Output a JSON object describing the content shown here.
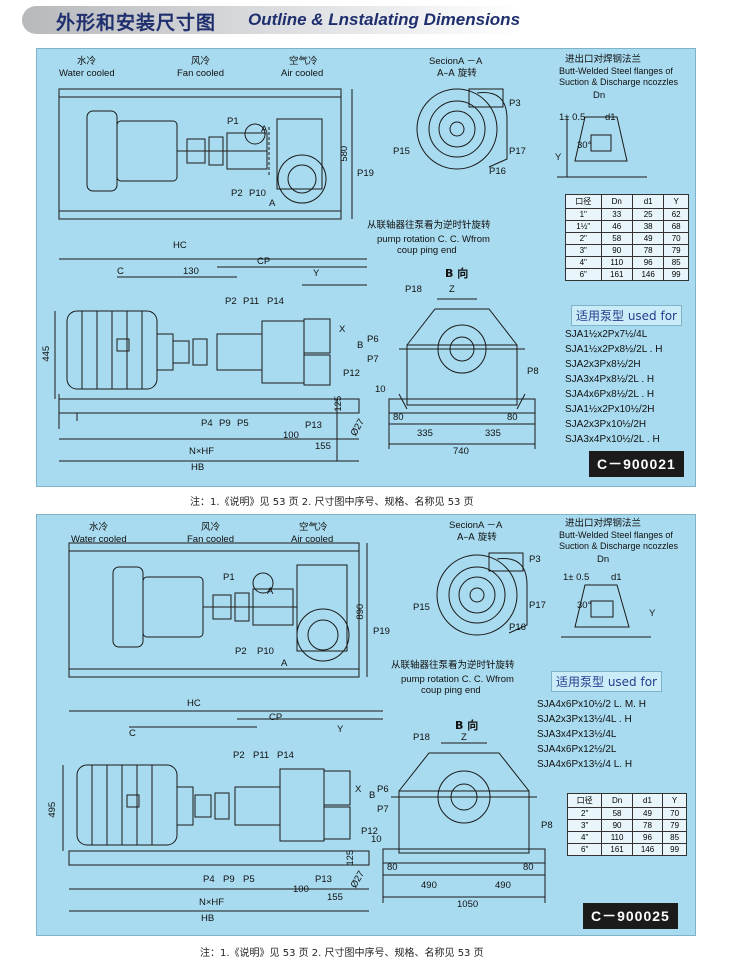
{
  "header": {
    "title_cn": "外形和安装尺寸图",
    "title_en": "Outline & Lnstalating Dimensions"
  },
  "p1": {
    "water_cn": "水冷",
    "water_en": "Water cooled",
    "fan_cn": "风冷",
    "fan_en": "Fan cooled",
    "air_cn": "空气冷",
    "air_en": "Air cooled",
    "h_dim": "580",
    "section_title": "SecionA －A",
    "section_cn": "A–A 旋转",
    "flange_cn": "进出口对焊钢法兰",
    "flange_en1": "Butt-Welded Steel flanges of",
    "flange_en2": "Suction & Discharge ncozzles",
    "rot_cn": "从联轴器往泵看为逆时针旋转",
    "rot_en1": "pump rotation C. C. Wfrom",
    "rot_en2": "coup ping end",
    "view_b": "B 向",
    "table": {
      "headers": [
        "口径",
        "Dn",
        "d1",
        "Y"
      ],
      "rows": [
        [
          "1\"",
          "33",
          "25",
          "62"
        ],
        [
          "1½\"",
          "46",
          "38",
          "68"
        ],
        [
          "2\"",
          "58",
          "49",
          "70"
        ],
        [
          "3\"",
          "90",
          "78",
          "79"
        ],
        [
          "4\"",
          "110",
          "96",
          "85"
        ],
        [
          "6\"",
          "161",
          "146",
          "99"
        ]
      ]
    },
    "used_for": "适用泵型 used for",
    "pumps": [
      "SJA1½x2Px7½/4L",
      "SJA1½x2Px8½/2L . H",
      "SJA2x3Px8½/2H",
      "SJA3x4Px8½/2L . H",
      "SJA4x6Px8½/2L . H",
      "SJA1½x2Px10½/2H",
      "SJA2x3Px10½/2H",
      "SJA3x4Px10½/2L . H"
    ],
    "dims": {
      "hc": "HC",
      "c": "C",
      "d130": "130",
      "cp": "CP",
      "y": "Y",
      "x": "X",
      "h445": "445",
      "d125": "125",
      "d100": "100",
      "d155": "155",
      "nhf": "N×HF",
      "hb": "HB",
      "d10": "10",
      "d80a": "80",
      "d80b": "80",
      "d335a": "335",
      "d335b": "335",
      "d740": "740",
      "phi27": "Ø27",
      "z": "Z",
      "b": "B"
    },
    "code": "C－900021"
  },
  "note1": "注：1.《说明》见 53 页   2. 尺寸图中序号、规格、名称见 53 页",
  "p2": {
    "water_cn": "水冷",
    "water_en": "Water cooled",
    "fan_cn": "风冷",
    "fan_en": "Fan cooled",
    "air_cn": "空气冷",
    "air_en": "Air cooled",
    "h_dim": "890",
    "section_title": "SecionA －A",
    "section_cn": "A–A 旋转",
    "flange_cn": "进出口对焊钢法兰",
    "flange_en1": "Butt-Welded Steel flanges of",
    "flange_en2": "Suction & Discharge ncozzles",
    "rot_cn": "从联轴器往泵看为逆时针旋转",
    "rot_en1": "pump rotation C. C. Wfrom",
    "rot_en2": "coup ping end",
    "view_b": "B 向",
    "table": {
      "headers": [
        "口径",
        "Dn",
        "d1",
        "Y"
      ],
      "rows": [
        [
          "2\"",
          "58",
          "49",
          "70"
        ],
        [
          "3\"",
          "90",
          "78",
          "79"
        ],
        [
          "4\"",
          "110",
          "96",
          "85"
        ],
        [
          "6\"",
          "161",
          "146",
          "99"
        ]
      ]
    },
    "used_for": "适用泵型 used for",
    "pumps": [
      "SJA4x6Px10½/2 L. M. H",
      "SJA2x3Px13½/4L . H",
      "SJA3x4Px13½/4L",
      "SJA4x6Px12½/2L",
      "SJA4x6Px13½/4 L. H"
    ],
    "dims": {
      "hc": "HC",
      "c": "C",
      "cp": "CP",
      "y": "Y",
      "x": "X",
      "h495": "495",
      "d125": "125",
      "d100": "100",
      "d155": "155",
      "nhf": "N×HF",
      "hb": "HB",
      "d10": "10",
      "d80a": "80",
      "d80b": "80",
      "d490a": "490",
      "d490b": "490",
      "d1050": "1050",
      "phi27": "Ø27",
      "z": "Z",
      "b": "B"
    },
    "code": "C－900025"
  },
  "note2": "注：1.《说明》见 53 页   2. 尺寸图中序号、规格、名称见 53 页",
  "parts": {
    "p1": "P1",
    "p2": "P2",
    "p3": "P3",
    "p4": "P4",
    "p5": "P5",
    "p6": "P6",
    "p7": "P7",
    "p8": "P8",
    "p9": "P9",
    "p10": "P10",
    "p11": "P11",
    "p12": "P12",
    "p13": "P13",
    "p14": "P14",
    "p15": "P15",
    "p16": "P16",
    "p17": "P17",
    "p18": "P18",
    "p19": "P19",
    "a": "A",
    "dn": "Dn",
    "d1": "d1",
    "one05": "1± 0.5",
    "deg30": "30°"
  }
}
